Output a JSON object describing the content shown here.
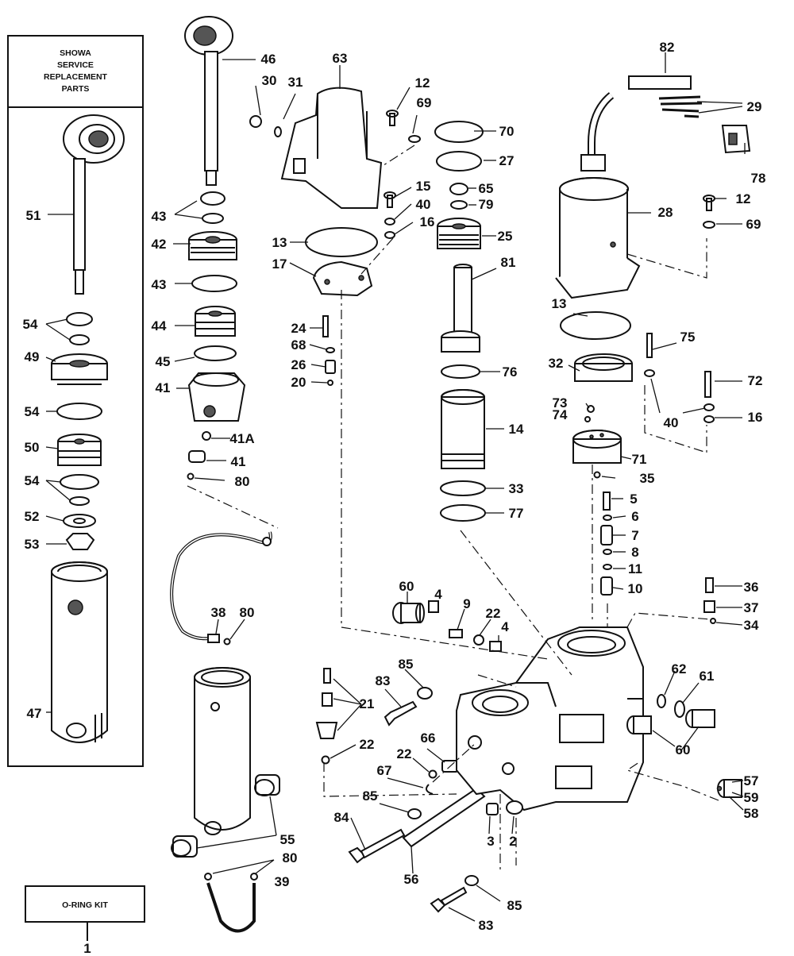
{
  "service_box": {
    "line1": "SHOWA",
    "line2": "SERVICE",
    "line3": "REPLACEMENT",
    "line4": "PARTS"
  },
  "kit_box": {
    "label": "O-RING KIT",
    "callout": "1"
  },
  "callouts": [
    "46",
    "30",
    "31",
    "63",
    "12",
    "69",
    "82",
    "29",
    "70",
    "27",
    "78",
    "43",
    "15",
    "40",
    "65",
    "79",
    "12",
    "28",
    "42",
    "16",
    "25",
    "69",
    "13",
    "81",
    "17",
    "43",
    "13",
    "44",
    "24",
    "68",
    "75",
    "45",
    "26",
    "76",
    "32",
    "72",
    "41",
    "20",
    "73",
    "74",
    "40",
    "16",
    "14",
    "41A",
    "71",
    "41",
    "80",
    "35",
    "33",
    "77",
    "5",
    "6",
    "7",
    "8",
    "11",
    "10",
    "60",
    "4",
    "9",
    "22",
    "4",
    "38",
    "80",
    "36",
    "37",
    "34",
    "85",
    "62",
    "61",
    "83",
    "21",
    "60",
    "22",
    "66",
    "22",
    "67",
    "57",
    "59",
    "58",
    "85",
    "84",
    "3",
    "2",
    "55",
    "80",
    "39",
    "56",
    "85",
    "83",
    "51",
    "54",
    "49",
    "54",
    "50",
    "54",
    "52",
    "53",
    "47"
  ]
}
